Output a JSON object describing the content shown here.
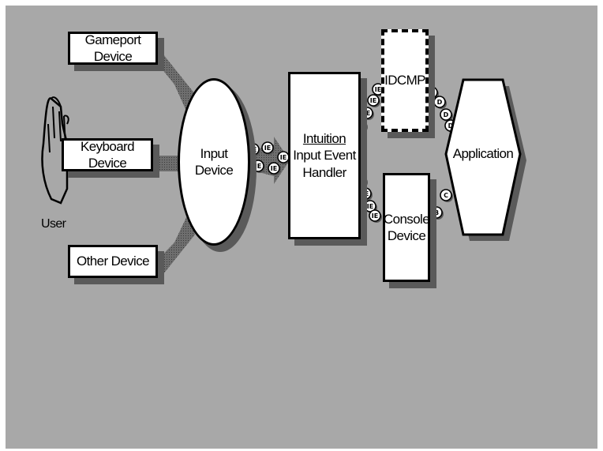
{
  "nodes": {
    "gameport": "Gameport Device",
    "keyboard": "Keyboard Device",
    "other": "Other Device",
    "input_device": "Input Device",
    "intuition_title": "Intuition",
    "intuition_sub1": "Input Event",
    "intuition_sub2": "Handler",
    "idcmp": "IDCMP",
    "console1": "Console",
    "console2": "Device",
    "application": "Application"
  },
  "user_label": "User",
  "tokens": {
    "ie": "IE",
    "idcmp_msg": "D",
    "console_b": "B",
    "console_c": "C"
  },
  "colors": {
    "background": "#a8a8a8",
    "shadow": "#5a5a5a",
    "node_fill": "#ffffff",
    "stroke": "#000000"
  }
}
